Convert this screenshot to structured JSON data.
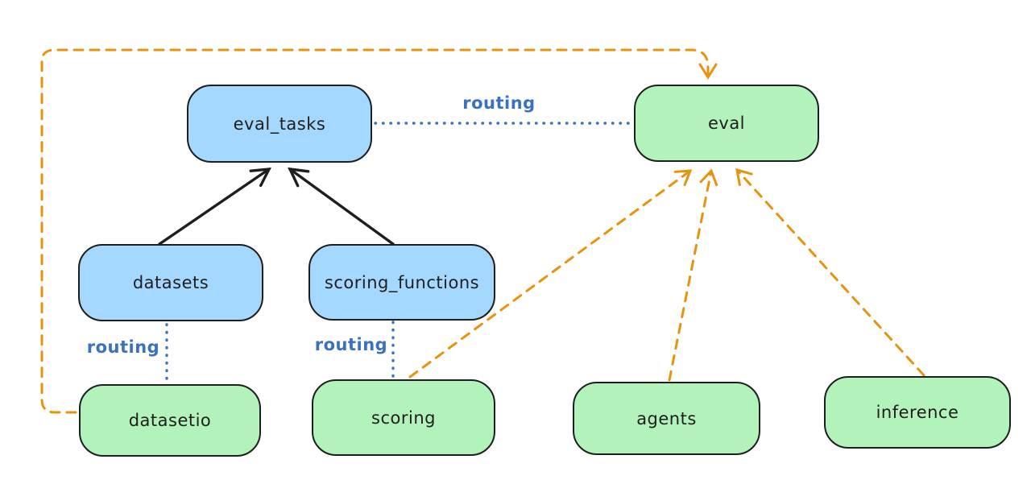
{
  "diagram": {
    "title": "",
    "nodes": [
      {
        "id": "eval_tasks",
        "label": "eval_tasks",
        "color": "blue"
      },
      {
        "id": "eval",
        "label": "eval",
        "color": "green"
      },
      {
        "id": "datasets",
        "label": "datasets",
        "color": "blue"
      },
      {
        "id": "scoring_functions",
        "label": "scoring_functions",
        "color": "blue"
      },
      {
        "id": "datasetio",
        "label": "datasetio",
        "color": "green"
      },
      {
        "id": "scoring",
        "label": "scoring",
        "color": "green"
      },
      {
        "id": "agents",
        "label": "agents",
        "color": "green"
      },
      {
        "id": "inference",
        "label": "inference",
        "color": "green"
      }
    ],
    "edges": [
      {
        "from": "datasets",
        "to": "eval_tasks",
        "style": "solid-black-arrow",
        "label": ""
      },
      {
        "from": "scoring_functions",
        "to": "eval_tasks",
        "style": "solid-black-arrow",
        "label": ""
      },
      {
        "from": "eval_tasks",
        "to": "eval",
        "style": "dotted-blue",
        "label": "routing"
      },
      {
        "from": "datasets",
        "to": "datasetio",
        "style": "dotted-blue",
        "label": "routing"
      },
      {
        "from": "scoring_functions",
        "to": "scoring",
        "style": "dotted-blue",
        "label": "routing"
      },
      {
        "from": "datasetio",
        "to": "eval",
        "style": "dashed-orange-arrow",
        "label": ""
      },
      {
        "from": "scoring",
        "to": "eval",
        "style": "dashed-orange-arrow",
        "label": ""
      },
      {
        "from": "agents",
        "to": "eval",
        "style": "dashed-orange-arrow",
        "label": ""
      },
      {
        "from": "inference",
        "to": "eval",
        "style": "dashed-orange-arrow",
        "label": ""
      }
    ],
    "colors": {
      "node_blue_fill": "#a5d8ff",
      "node_green_fill": "#b2f2bb",
      "node_border": "#1e1e1e",
      "edge_black": "#1e1e1e",
      "edge_orange": "#e8930f",
      "edge_blue": "#3a72c0",
      "bg": "#ffffff"
    }
  }
}
